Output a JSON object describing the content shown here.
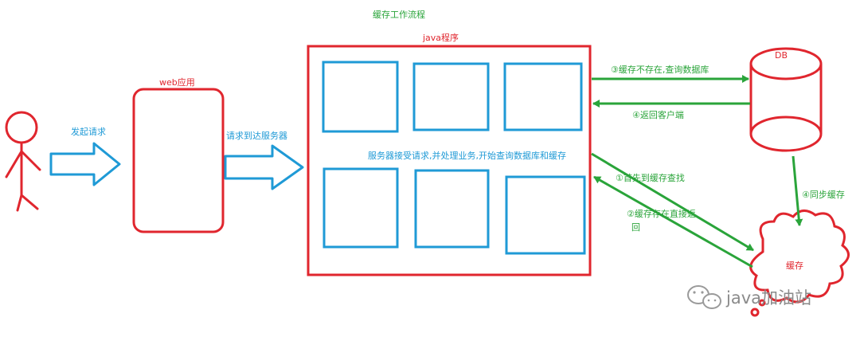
{
  "title": "缓存工作流程",
  "web_app_label": "web应用",
  "java_app_label": "java程序",
  "db_label": "DB",
  "cache_label": "缓存",
  "arrows": {
    "send_request": "发起请求",
    "request_to_server": "请求到达服务器",
    "server_processing": "服务器接受请求,并处理业务,开始查询数据库和缓存",
    "step1_check_cache": "①首先到缓存查找",
    "step2_cache_hit_line1": "②缓存存在直接返",
    "step2_cache_hit_line2": "回",
    "step3_query_db": "③缓存不存在,查询数据库",
    "step4_return_client": "④返回客户端",
    "step4_sync_cache": "④同步缓存"
  },
  "watermark": "java加油站",
  "colors": {
    "green": "#2aa43a",
    "red": "#e0262e",
    "blue": "#1f9ad6",
    "gray": "#8a8a8a"
  },
  "icons": {
    "user": "stick-figure-icon",
    "database": "database-cylinder-icon",
    "cache": "cloud-icon",
    "watermark": "wechat-icon"
  }
}
